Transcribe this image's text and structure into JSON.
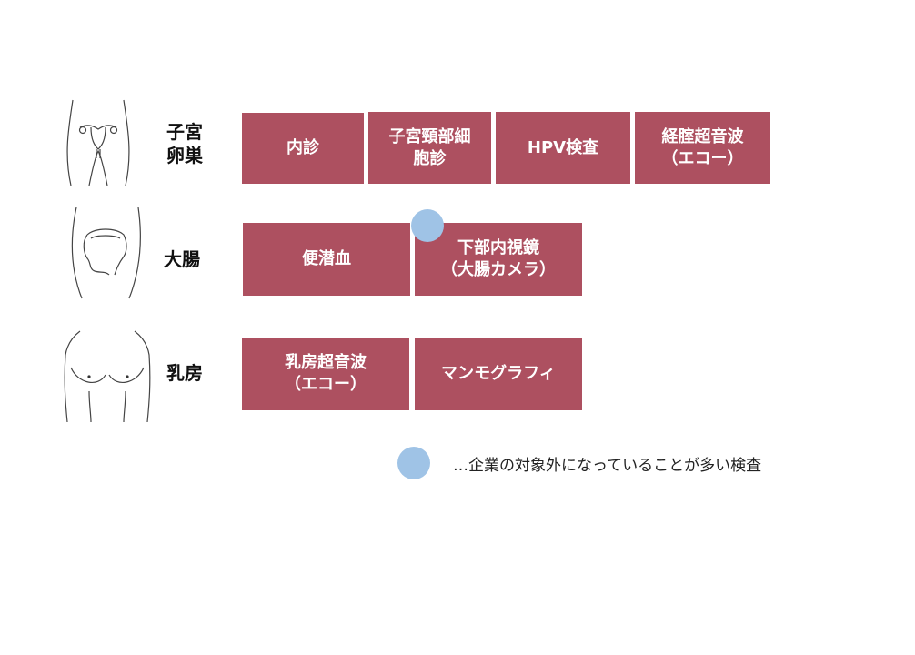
{
  "rows": [
    {
      "organ": "子宮\n卵巣",
      "icon": "uterus-icon",
      "tests": [
        "内診",
        "子宮頸部細\n胞診",
        "HPV検査",
        "経腟超音波\n（エコー）"
      ]
    },
    {
      "organ": "大腸",
      "icon": "intestine-icon",
      "tests": [
        "便潜血",
        "下部内視鏡\n（大腸カメラ）"
      ]
    },
    {
      "organ": "乳房",
      "icon": "breast-icon",
      "tests": [
        "乳房超音波\n（エコー）",
        "マンモグラフィ"
      ]
    }
  ],
  "legend": {
    "text": "…企業の対象外になっていることが多い検査",
    "marker_color": "#9fc3e6"
  },
  "colors": {
    "box": "#ad5060",
    "marker": "#9fc3e6"
  }
}
